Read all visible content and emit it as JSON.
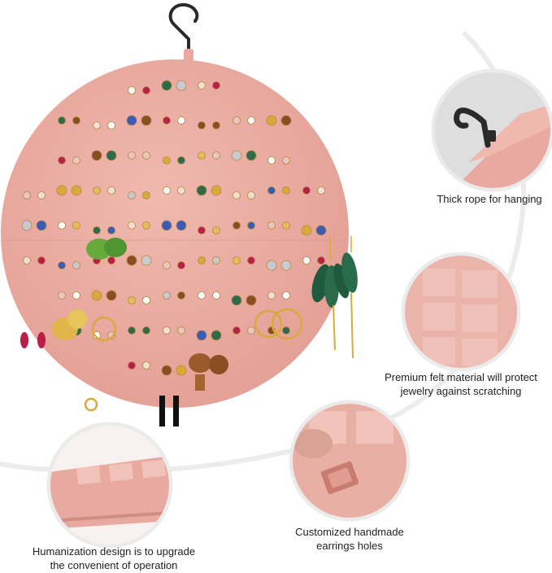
{
  "captions": {
    "rope": "Thick rope for hanging",
    "felt_line1": "Premium felt material will protect",
    "felt_line2": "jewelry against scratching",
    "holes_line1": "Customized handmade",
    "holes_line2": "earrings holes",
    "human_line1": "Humanization design is to upgrade",
    "human_line2": "the convenient of operation"
  },
  "colors": {
    "felt": "#e8aaa0",
    "felt_dark": "#d99488",
    "hook": "#2a2a2a",
    "gold": "#d9a93c",
    "silver": "#c9c9cf",
    "green": "#2f6b4a",
    "ring": "#eaeaea"
  }
}
